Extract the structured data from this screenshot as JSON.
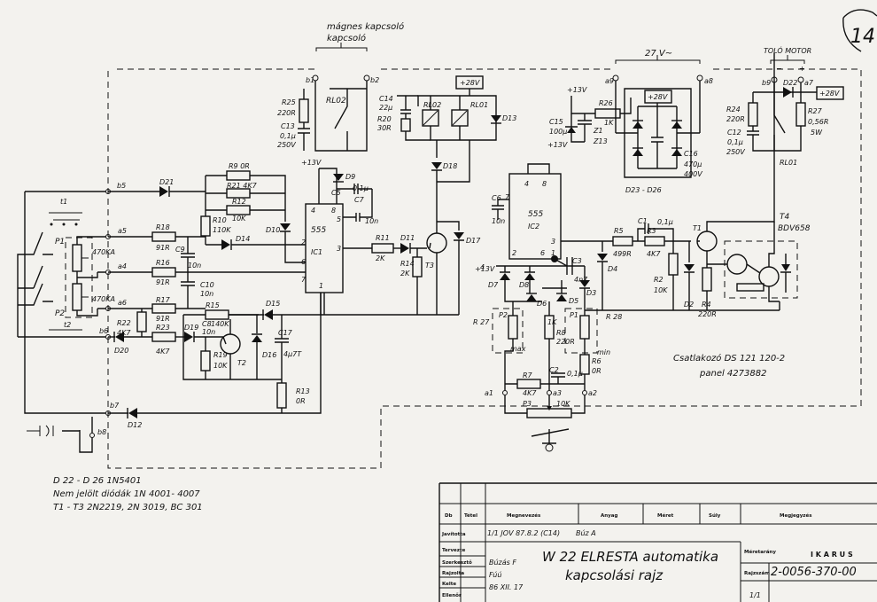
{
  "sheet": {
    "corner_mark": "14",
    "switch_title": "mágnes kapcsoló",
    "supply_title": "27 V~",
    "motor_title": "TOLÓ MOTOR",
    "connector_line1": "Csatlakozó  DS 121 120-2",
    "connector_line2": "panel  4273882",
    "notes": [
      "D 22 - D 26  1N5401",
      "Nem jelölt diódák   1N 4001- 4007",
      "T1 - T3   2N2219, 2N 3019, BC 301"
    ]
  },
  "labels": {
    "b1": "b1",
    "b2": "b2",
    "b5": "b5",
    "b6": "b6",
    "b7": "b7",
    "b8": "b8",
    "b9": "b9",
    "a1": "a1",
    "a2": "a2",
    "a3": "a3",
    "a4": "a4",
    "a5": "a5",
    "a6": "a6",
    "a7": "a7",
    "a8": "a8",
    "a9": "a9",
    "rl02_top": "RL02",
    "r25": "R25",
    "r25v": "220R",
    "c13": "C13",
    "c13v": "0,1μ",
    "c13u": "250V",
    "c14": "C14",
    "c14v": "22μ",
    "r20": "R20",
    "r20v": "30R",
    "rl02_coil": "RL02",
    "rl01_coil": "RL01",
    "d13": "D13",
    "d18": "D18",
    "v28a": "+28V",
    "v13a": "+13V",
    "d9": "D9",
    "c5": "C5",
    "c5v": "0,1μ",
    "c7": "C7",
    "c7v": "10n",
    "r9": "R9  0R",
    "r21": "R21 4K7",
    "r12": "R12",
    "r12v": "10K",
    "d21": "D21",
    "r10": "R10",
    "r10v": "110K",
    "d14": "D14",
    "d10": "D10",
    "r18": "R18",
    "r18v": "91R",
    "r16": "R16",
    "r16v": "91R",
    "c9": "C9",
    "c9v": "10n",
    "c10": "C10",
    "c10v": "10n",
    "r17": "R17",
    "r17v": "91R",
    "r15": "R15",
    "c8": "C8",
    "c8v": "140K",
    "c8n": "10n",
    "d15": "D15",
    "r22": "R22",
    "r22v": "4K7",
    "r23": "R23",
    "r23v": "4K7",
    "d19": "D19",
    "d20": "D20",
    "r19": "R19",
    "r19v": "10K",
    "t2": "T2",
    "d16": "D16",
    "c17": "C17",
    "c17v": "4μ7T",
    "r13": "R13",
    "r13v": "0R",
    "d12": "D12",
    "ic1_name": "555",
    "ic1_ref": "IC1",
    "ic1_p4": "4",
    "ic1_p8": "8",
    "ic1_p5": "5",
    "ic1_p2": "2",
    "ic1_p6": "6",
    "ic1_p7": "7",
    "ic1_p1": "1",
    "ic1_p3": "3",
    "r11": "R11",
    "r11v": "2K",
    "d11": "D11",
    "r14": "R14",
    "r14v": "2K",
    "t3": "T3",
    "d17": "D17",
    "p1": "P1",
    "p2": "P2",
    "p1v": "470KA",
    "p2v": "470KA",
    "t1a": "t1",
    "t2a": "t2",
    "v13b": "+13V",
    "r26": "R26",
    "r26v": "1K",
    "c15": "C15",
    "c15v": "100μ",
    "z1": "Z1",
    "z13": "Z13",
    "v13c": "+13V",
    "c6": "C6",
    "c6v": "10n",
    "ic2_name": "555",
    "ic2_ref": "IC2",
    "ic2_p4": "4",
    "ic2_p8": "8",
    "ic2_p7": "7",
    "ic2_p3": "3",
    "ic2_p2": "2",
    "ic2_p6": "6",
    "ic2_p1": "1",
    "c3": "C3",
    "c3v": "4n7",
    "v28b": "+28V",
    "c16": "C16",
    "c16v": "470μ",
    "c16u": "400V",
    "d23": "D23 - D26",
    "c1": "C1",
    "c1v": "0,1μ",
    "r5": "R5",
    "r5v": "499R",
    "r3": "R3",
    "r3v": "4K7",
    "d4": "D4",
    "r2": "R2",
    "r2v": "10K",
    "d2": "D2",
    "r4": "R4",
    "r4v": "220R",
    "t1": "T1",
    "t4": "T4",
    "t4v": "BDV658",
    "v13d": "+13V",
    "d7": "D7",
    "d8": "D8",
    "d3": "D3",
    "d6": "D6",
    "d5": "D5",
    "p2b": "P2",
    "r27b": "R 27",
    "r8": "R8",
    "r8v": "220R",
    "p1b": "P1",
    "r28": "R 28",
    "max": "max",
    "min": "min",
    "r6": "R6",
    "r6v": "0R",
    "r7": "R7",
    "r7v": "4K7",
    "c2": "C2",
    "c2v": "0,1μ",
    "p3": "P3",
    "p3v": "10K",
    "r24": "R24",
    "r24v": "220R",
    "d22": "D22",
    "r27": "R27",
    "r27v": "0,56R",
    "r27u": "5W",
    "v28c": "+28V",
    "c12": "C12",
    "c12v": "0,1μ",
    "c12u": "250V",
    "rl01": "RL01"
  },
  "title_block": {
    "headers": [
      "Db",
      "Tétel",
      "Megnevezés",
      "Anyag",
      "Méret",
      "Súly",
      "Megjegyzés"
    ],
    "javitotta": "Javította",
    "revision": "1/1 JOV 87.8.2 (C14)",
    "reviser": "Búz A",
    "rows": [
      "Tervezte",
      "Szerkesztő",
      "Rajzolta",
      "Kelte",
      "Ellenőr"
    ],
    "designer": "Búzás F",
    "drafter": "Fúú",
    "date": "86 XII. 17",
    "title1": "W 22 ELRESTA  automatika",
    "title2": "kapcsolási  rajz",
    "meretarany_label": "Méretarány",
    "company": "I K A R U S",
    "rajzszam_label": "Rajzszám",
    "drawing_number": "2-0056-370-00",
    "sheet_no": "1/1"
  }
}
